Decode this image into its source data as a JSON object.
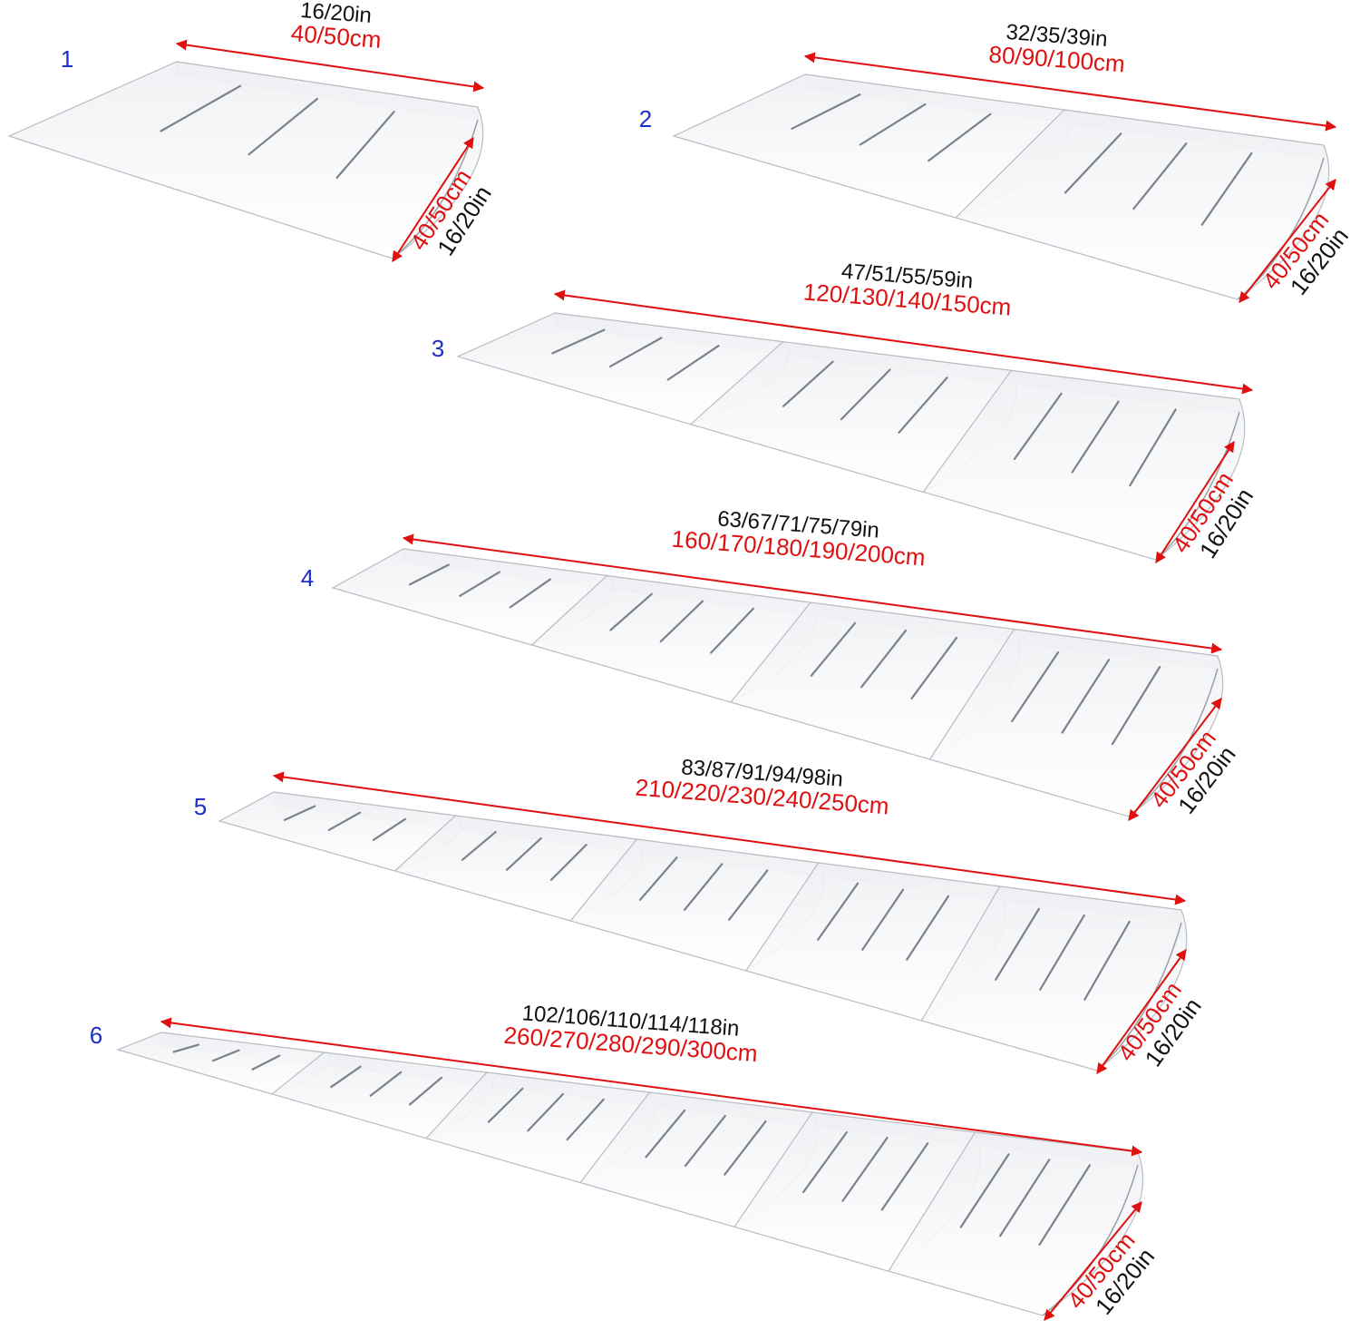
{
  "colors": {
    "accent_red": "#e01010",
    "number_blue": "#1d2fc8",
    "text_black": "#111111",
    "panel_edge": "#b8bcc4",
    "panel_fill": "#f6f7f9"
  },
  "icons": {
    "dimension_arrow": "double-headed-arrow-icon",
    "support_bracket": "support-bracket-icon"
  },
  "awnings": [
    {
      "number": "1",
      "panels": 1,
      "width_in": "16/20in",
      "width_cm": "40/50cm",
      "depth_cm": "40/50cm",
      "depth_in": "16/20in"
    },
    {
      "number": "2",
      "panels": 2,
      "width_in": "32/35/39in",
      "width_cm": "80/90/100cm",
      "depth_cm": "40/50cm",
      "depth_in": "16/20in"
    },
    {
      "number": "3",
      "panels": 3,
      "width_in": "47/51/55/59in",
      "width_cm": "120/130/140/150cm",
      "depth_cm": "40/50cm",
      "depth_in": "16/20in"
    },
    {
      "number": "4",
      "panels": 4,
      "width_in": "63/67/71/75/79in",
      "width_cm": "160/170/180/190/200cm",
      "depth_cm": "40/50cm",
      "depth_in": "16/20in"
    },
    {
      "number": "5",
      "panels": 5,
      "width_in": "83/87/91/94/98in",
      "width_cm": "210/220/230/240/250cm",
      "depth_cm": "40/50cm",
      "depth_in": "16/20in"
    },
    {
      "number": "6",
      "panels": 6,
      "width_in": "102/106/110/114/118in",
      "width_cm": "260/270/280/290/300cm",
      "depth_cm": "40/50cm",
      "depth_in": "16/20in"
    }
  ]
}
